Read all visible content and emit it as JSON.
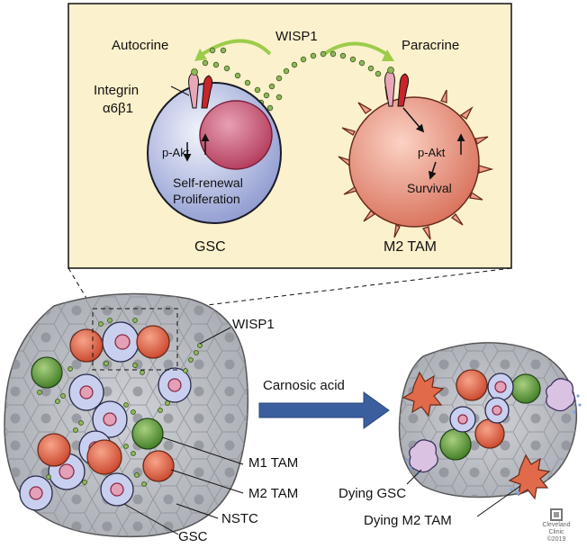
{
  "inset": {
    "wisp1_label": "WISP1",
    "autocrine_label": "Autocrine",
    "paracrine_label": "Paracrine",
    "integrin_label": "Integrin",
    "integrin_subtype": "α6β1",
    "gsc_pathway": {
      "signal": "p-Akt",
      "outcome_line1": "Self-renewal",
      "outcome_line2": "Proliferation"
    },
    "tam_pathway": {
      "signal": "p-Akt",
      "outcome": "Survival"
    },
    "gsc_caption": "GSC",
    "tam_caption": "M2 TAM",
    "colors": {
      "panel_fill": "#fbf1cc",
      "gsc_cell": "#d9def3",
      "nucleus": "#c8506a",
      "tam_cell": "#f0a08a",
      "wisp1_dot": "#8fb85a",
      "arrow_green": "#9ccc4a"
    }
  },
  "tumor": {
    "wisp1_label": "WISP1",
    "m1_tam_label": "M1 TAM",
    "m2_tam_label": "M2 TAM",
    "nstc_label": "NSTC",
    "gsc_label": "GSC"
  },
  "treatment": {
    "drug_label": "Carnosic acid",
    "dying_gsc_label": "Dying GSC",
    "dying_m2_tam_label": "Dying M2 TAM"
  },
  "logo": {
    "line1": "Cleveland",
    "line2": "Clinic",
    "line3": "©2019"
  }
}
